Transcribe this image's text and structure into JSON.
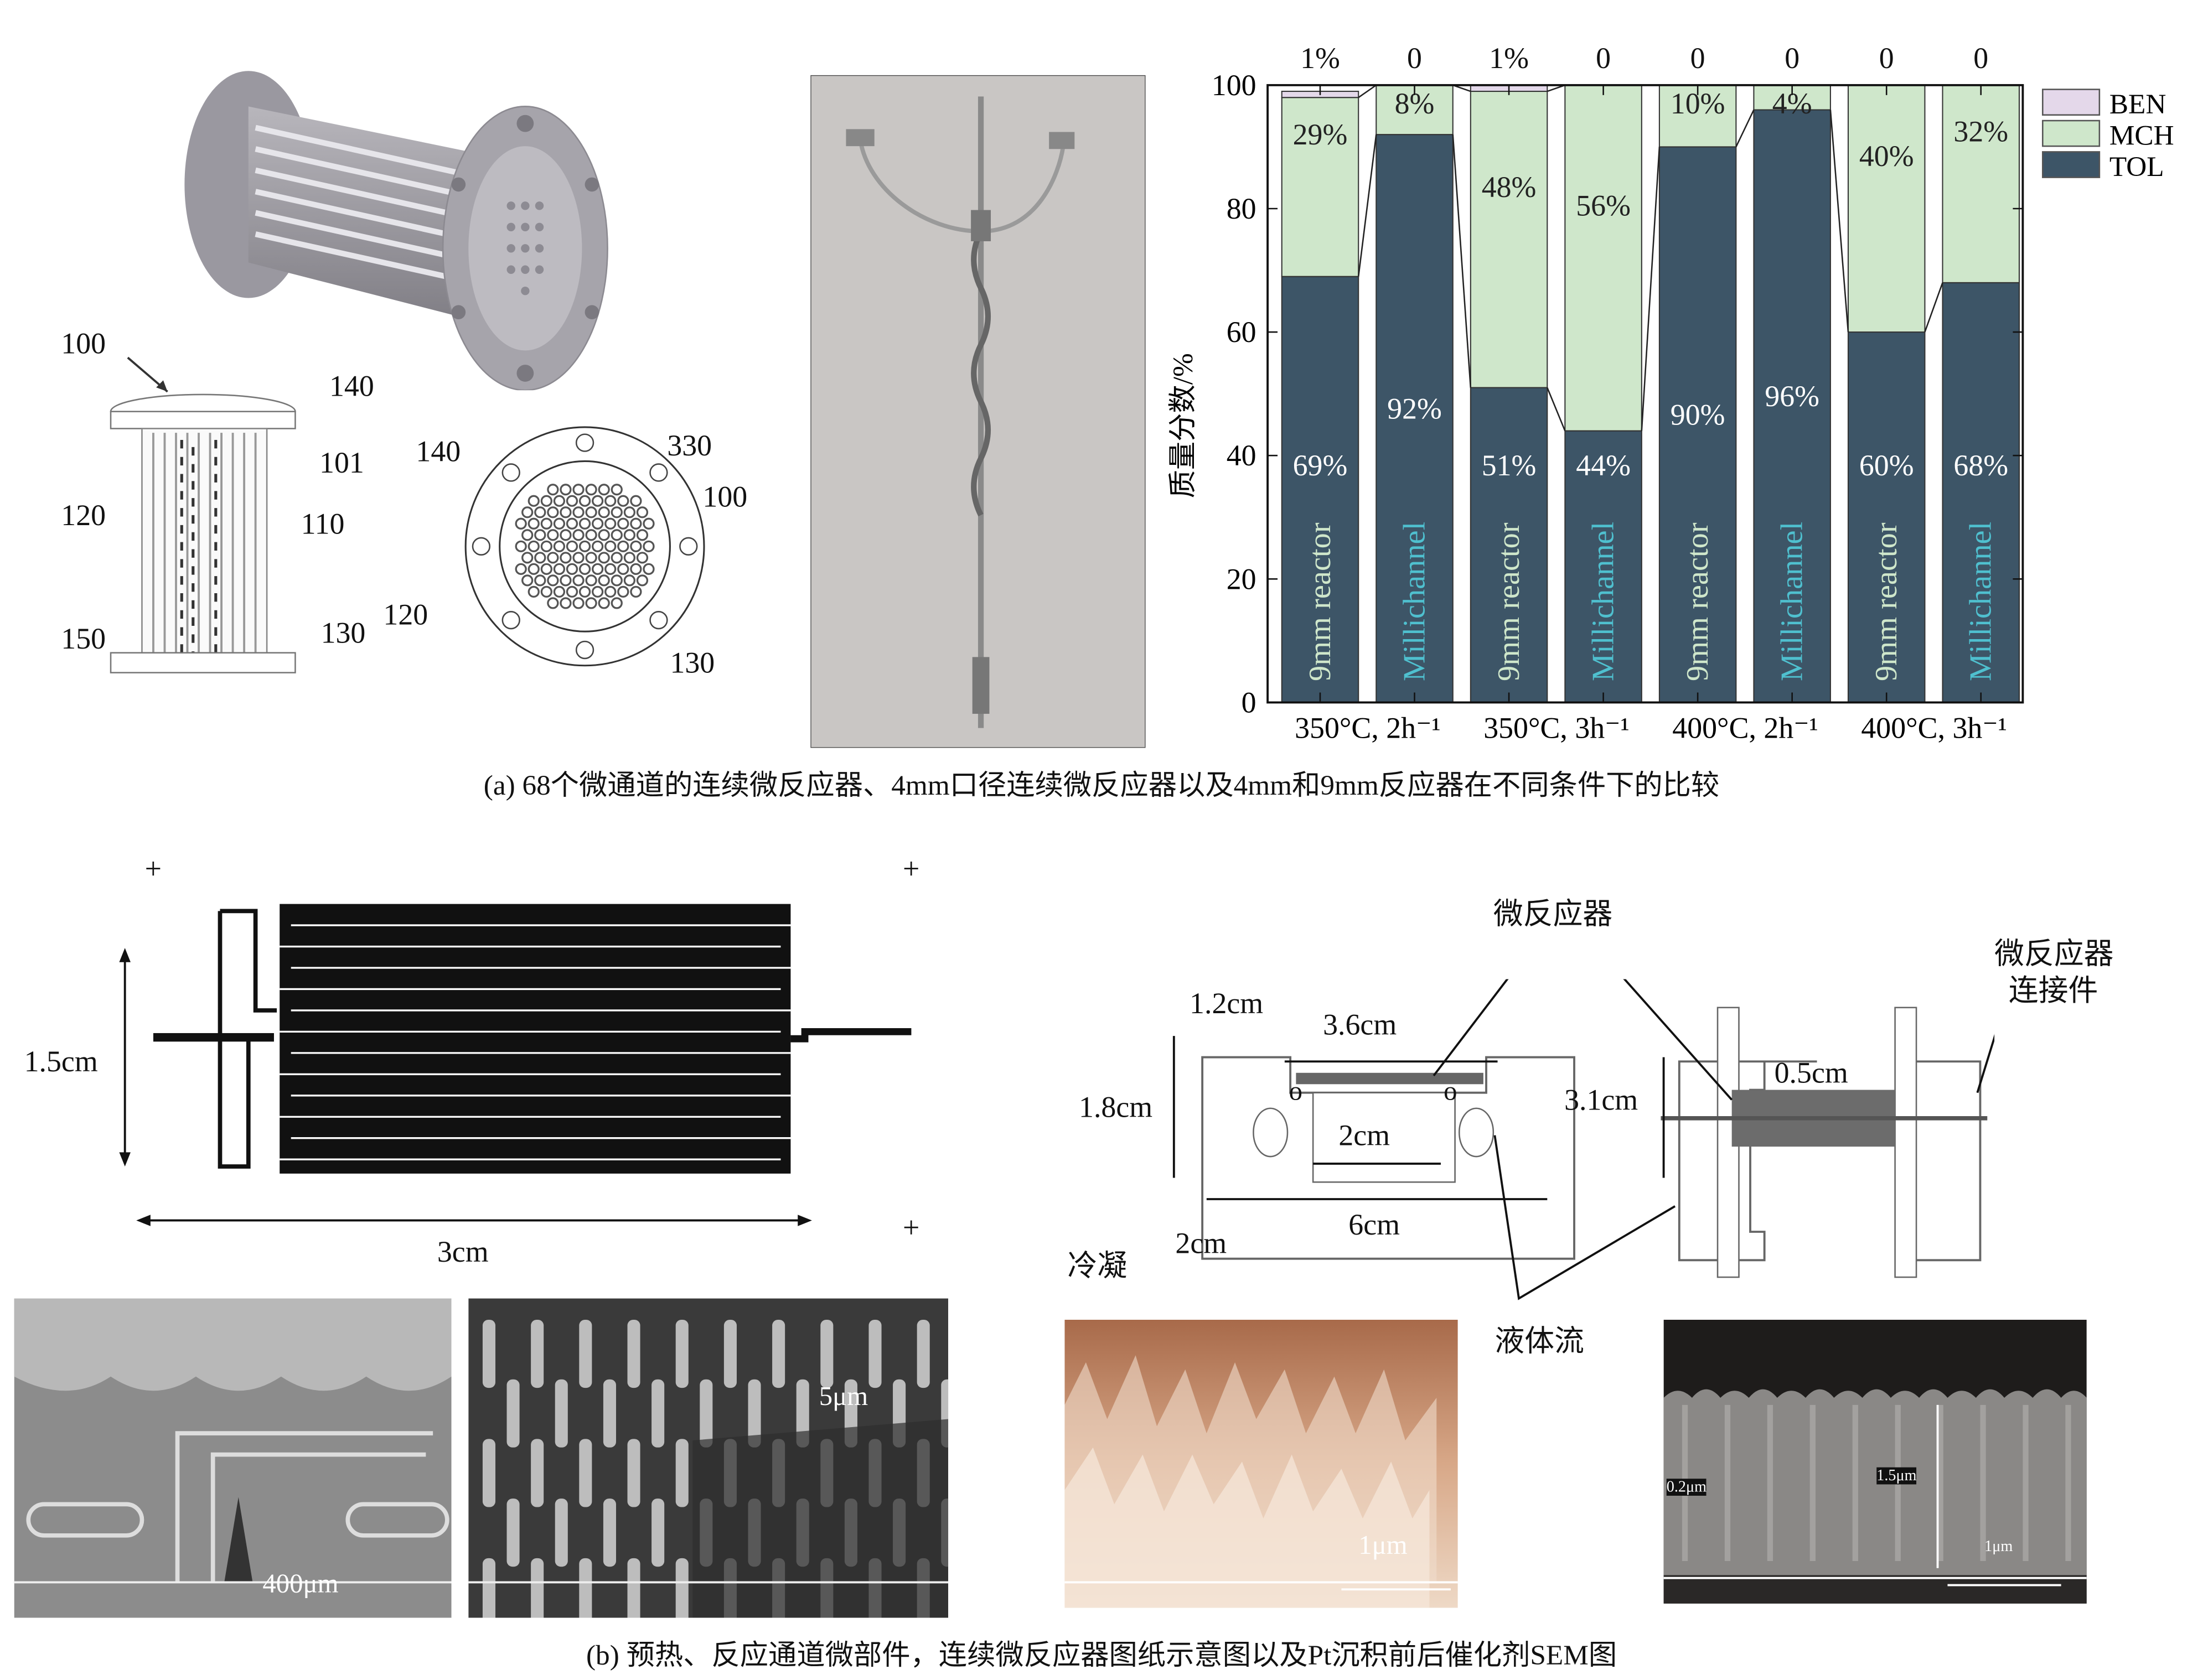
{
  "panel_a": {
    "caption": "(a) 68个微通道的连续微反应器、4mm口径连续微反应器以及4mm和9mm反应器在不同条件下的比较",
    "side_view_labels": {
      "l100": "100",
      "l140": "140",
      "l101": "101",
      "l120": "120",
      "l110": "110",
      "l150": "150",
      "l130": "130"
    },
    "end_view_labels": {
      "l140": "140",
      "l330": "330",
      "l100": "100",
      "l120": "120",
      "l130": "130"
    }
  },
  "chart_data": {
    "type": "bar",
    "stacked": true,
    "ylabel": "质量分数/%",
    "ylim": [
      0,
      100
    ],
    "yticks": [
      "0",
      "20",
      "40",
      "60",
      "80",
      "100"
    ],
    "groups": [
      "350°C, 2h⁻¹",
      "350°C, 3h⁻¹",
      "400°C, 2h⁻¹",
      "400°C, 3h⁻¹"
    ],
    "bar_labels": [
      "9mm reactor",
      "Millichannel",
      "9mm reactor",
      "Millichannel",
      "9mm reactor",
      "Millichannel",
      "9mm reactor",
      "Millichannel"
    ],
    "top_labels": [
      "1%",
      "0",
      "1%",
      "0",
      "0",
      "0",
      "0",
      "0"
    ],
    "legend": [
      "BEN",
      "MCH",
      "TOL"
    ],
    "legend_position": "top-right",
    "series": [
      {
        "name": "TOL",
        "values": [
          69,
          92,
          51,
          44,
          90,
          96,
          60,
          68
        ],
        "labels": [
          "69%",
          "92%",
          "51%",
          "44%",
          "90%",
          "96%",
          "60%",
          "68%"
        ],
        "color": "#3d5567"
      },
      {
        "name": "MCH",
        "values": [
          29,
          8,
          48,
          56,
          10,
          4,
          40,
          32
        ],
        "labels": [
          "29%",
          "8%",
          "48%",
          "56%",
          "10%",
          "4%",
          "40%",
          "32%"
        ],
        "color": "#cfe7cb"
      },
      {
        "name": "BEN",
        "values": [
          1,
          0,
          1,
          0,
          0,
          0,
          0,
          0
        ],
        "color": "#e4d8ea"
      }
    ],
    "bar_label_colors": {
      "reactor": "#cfe7cb",
      "millichannel": "#4fc0cf"
    }
  },
  "panel_b": {
    "caption": "(b) 预热、反应通道微部件，连续微反应器图纸示意图以及Pt沉积前后催化剂SEM图",
    "chip": {
      "plus": "+",
      "height": "1.5cm",
      "width": "3cm"
    },
    "sem1_scale": "400μm",
    "sem2_scale": "5μm",
    "schematic": {
      "microreactor": "微反应器",
      "connector_line1": "微反应器",
      "connector_line2": "连接件",
      "d12": "1.2cm",
      "d36": "3.6cm",
      "d18": "1.8cm",
      "d31": "3.1cm",
      "d05": "0.5cm",
      "d2": "2cm",
      "d6": "6cm",
      "d2b": "2cm",
      "condense": "冷凝",
      "liquid_flow": "液体流",
      "o": "o"
    },
    "afm_scale": "1μm",
    "sem3": {
      "t02": "0.2μm",
      "t15": "1.5μm",
      "t1": "1μm"
    }
  }
}
